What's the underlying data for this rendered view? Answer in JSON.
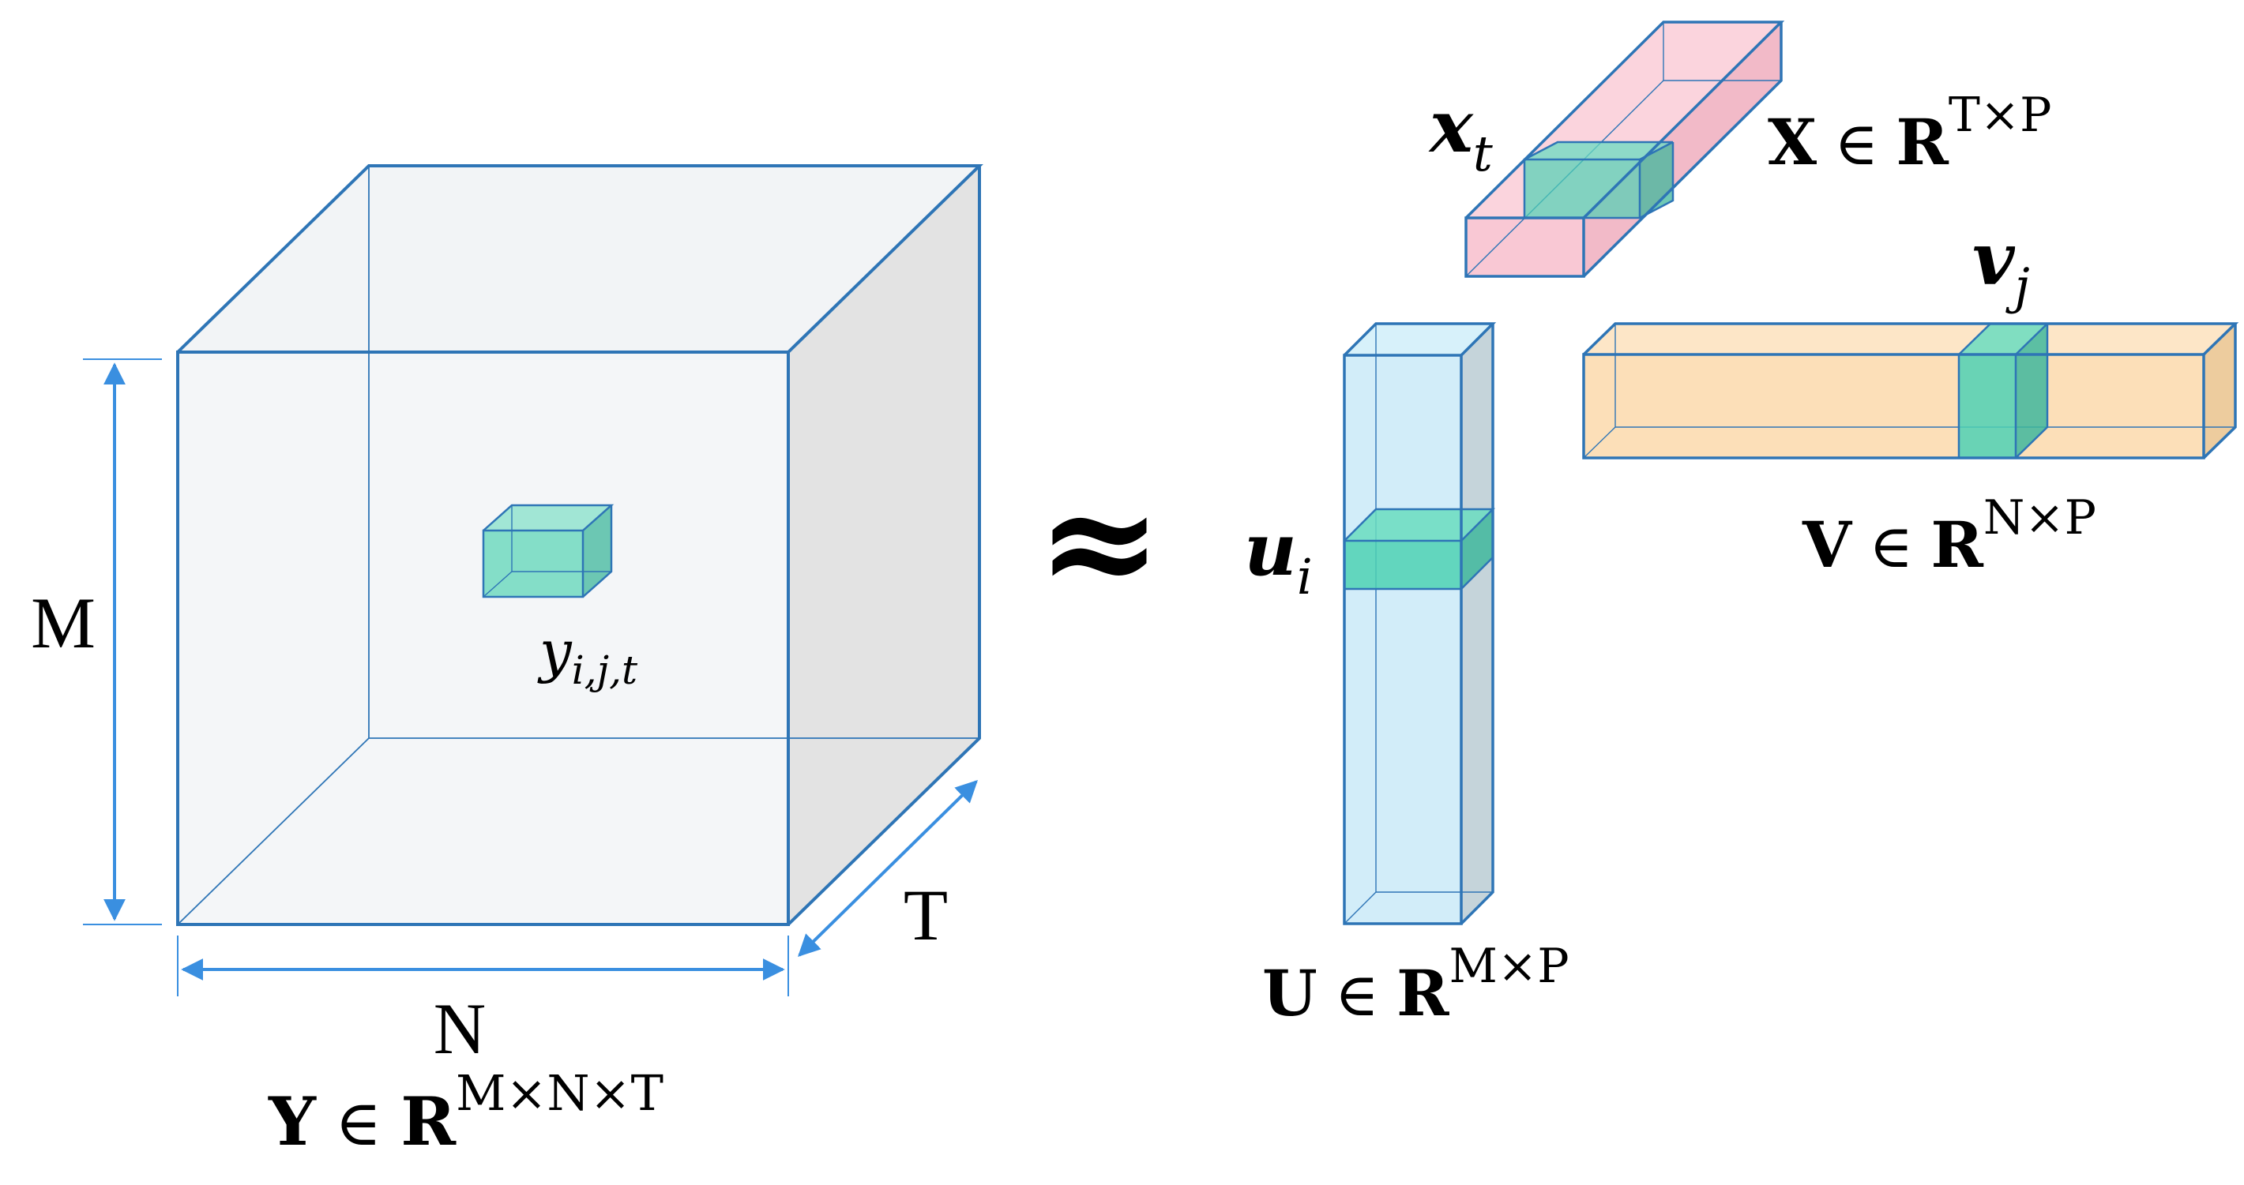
{
  "tensor": {
    "dims": {
      "rows": "M",
      "cols": "N",
      "time": "T"
    },
    "entry": {
      "base": "y",
      "subscript": "i,j,t"
    },
    "formula": {
      "symbol": "Y",
      "member": "∈",
      "space": "R",
      "superscript": "M×N×T"
    }
  },
  "approx_symbol": "≈",
  "factor_u": {
    "vector": {
      "base": "u",
      "subscript": "i"
    },
    "formula": {
      "symbol": "U",
      "member": "∈",
      "space": "R",
      "superscript": "M×P"
    }
  },
  "factor_x": {
    "vector": {
      "base": "x",
      "subscript": "t"
    },
    "formula": {
      "symbol": "X",
      "member": "∈",
      "space": "R",
      "superscript": "T×P"
    }
  },
  "factor_v": {
    "vector": {
      "base": "v",
      "subscript": "j"
    },
    "formula": {
      "symbol": "V",
      "member": "∈",
      "space": "R",
      "superscript": "N×P"
    }
  },
  "colors": {
    "edge": "#2e75b6",
    "tensor_front": "#f4f6f8",
    "tensor_side": "#dcdcdc",
    "teal": "#4fd1b4",
    "pink": "#f7b6c6",
    "light_blue": "#bfe6f6",
    "peach": "#fbd7a6",
    "arrow": "#3a8fe0"
  }
}
